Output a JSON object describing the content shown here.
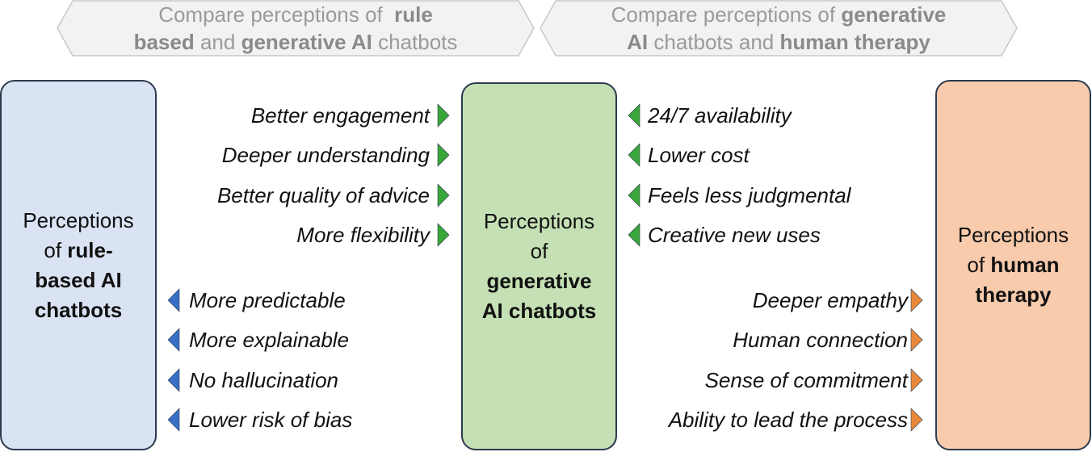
{
  "banners": [
    {
      "parts": [
        {
          "t": "Compare perceptions of  ",
          "b": false
        },
        {
          "t": "rule",
          "b": true
        },
        {
          "br": true
        },
        {
          "t": "based",
          "b": true
        },
        {
          "t": " and ",
          "b": false
        },
        {
          "t": "generative AI",
          "b": true
        },
        {
          "t": " chatbots",
          "b": false
        }
      ]
    },
    {
      "parts": [
        {
          "t": "Compare perceptions of ",
          "b": false
        },
        {
          "t": "generative",
          "b": true
        },
        {
          "br": true
        },
        {
          "t": "AI",
          "b": true
        },
        {
          "t": " chatbots and ",
          "b": false
        },
        {
          "t": "human therapy",
          "b": true
        }
      ]
    }
  ],
  "boxes": {
    "rule_based": {
      "lines": [
        [
          {
            "t": "Perceptions",
            "b": false
          }
        ],
        [
          {
            "t": "of ",
            "b": false
          },
          {
            "t": "rule-",
            "b": true
          }
        ],
        [
          {
            "t": "based AI",
            "b": true
          }
        ],
        [
          {
            "t": "chatbots",
            "b": true
          }
        ]
      ]
    },
    "generative": {
      "lines": [
        [
          {
            "t": "Perceptions",
            "b": false
          }
        ],
        [
          {
            "t": "of",
            "b": false
          }
        ],
        [
          {
            "t": "generative",
            "b": true
          }
        ],
        [
          {
            "t": "AI chatbots",
            "b": true
          }
        ]
      ]
    },
    "human": {
      "lines": [
        [
          {
            "t": "Perceptions",
            "b": false
          }
        ],
        [
          {
            "t": "of ",
            "b": false
          },
          {
            "t": "human",
            "b": true
          }
        ],
        [
          {
            "t": "therapy",
            "b": true
          }
        ]
      ]
    }
  },
  "groups": {
    "gen_over_rule": {
      "arrow_color": "#3aa63a",
      "items": [
        "Better engagement",
        "Deeper understanding",
        "Better quality of advice",
        "More flexibility"
      ]
    },
    "rule_over_gen": {
      "arrow_color": "#3a6fc4",
      "items": [
        "More predictable",
        "More explainable",
        "No hallucination",
        "Lower risk of bias"
      ]
    },
    "gen_over_human": {
      "arrow_color": "#3aa63a",
      "items": [
        "24/7 availability",
        "Lower cost",
        "Feels less judgmental",
        "Creative new uses"
      ]
    },
    "human_over_gen": {
      "arrow_color": "#e8883a",
      "items": [
        "Deeper empathy",
        "Human connection",
        "Sense of commitment",
        "Ability to lead the process"
      ]
    }
  },
  "colors": {
    "rule_box_fill": "#dae3f3",
    "gen_box_fill": "#c5e0b4",
    "human_box_fill": "#f8cbad",
    "box_border": "#2c3a4f",
    "banner_fill": "#f2f2f2",
    "banner_stroke": "#c8c8c8"
  }
}
